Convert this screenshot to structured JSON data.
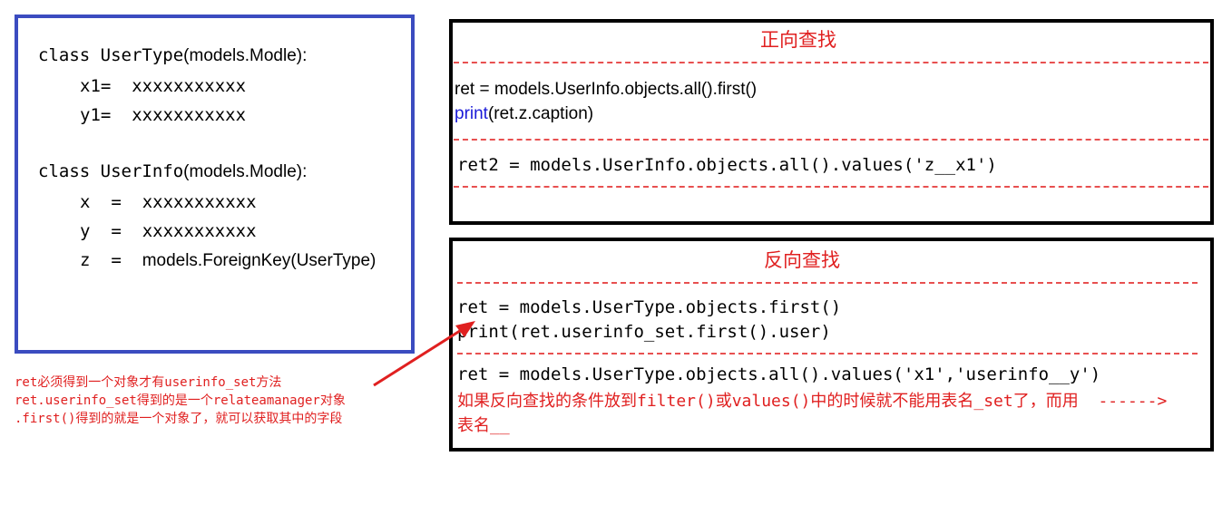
{
  "left": {
    "class1": {
      "kw": "class",
      "name": "UserType",
      "base": "(models.Modle):"
    },
    "class1_fields": [
      {
        "name": "x1",
        "eq": "=",
        "value": "xxxxxxxxxxx"
      },
      {
        "name": "y1",
        "eq": "=",
        "value": "xxxxxxxxxxx"
      }
    ],
    "class2": {
      "kw": "class",
      "name": "UserInfo",
      "base": "(models.Modle):"
    },
    "class2_fields": [
      {
        "name": "x",
        "eq": "=",
        "value": "xxxxxxxxxxx"
      },
      {
        "name": "y",
        "eq": "=",
        "value": "xxxxxxxxxxx"
      },
      {
        "name": "z",
        "eq": "=",
        "value": "models.ForeignKey(UserType)"
      }
    ]
  },
  "forward": {
    "title": "正向查找",
    "line1": "ret = models.UserInfo.objects.all().first()",
    "line2_kw": "print",
    "line2_rest": "(ret.z.caption)",
    "line3": "ret2 = models.UserInfo.objects.all().values('z__x1')"
  },
  "reverse": {
    "title": "反向查找",
    "line1": "ret = models.UserType.objects.first()",
    "line2": "print(ret.userinfo_set.first().user)",
    "line3": "ret = models.UserType.objects.all().values('x1','userinfo__y')",
    "note_line1": "如果反向查找的条件放到filter()或values()中的时候就不能用表名_set了，而用",
    "note_arrow": "------>",
    "note_line2": "表名__"
  },
  "annotation": {
    "lines": [
      "ret必须得到一个对象才有userinfo_set方法",
      "ret.userinfo_set得到的是一个relateamanager对象",
      ".first()得到的就是一个对象了，就可以获取其中的字段"
    ]
  },
  "colors": {
    "left_border": "#3b4cc0",
    "accent": "#e02020",
    "keyword": "#1a1ad8"
  }
}
